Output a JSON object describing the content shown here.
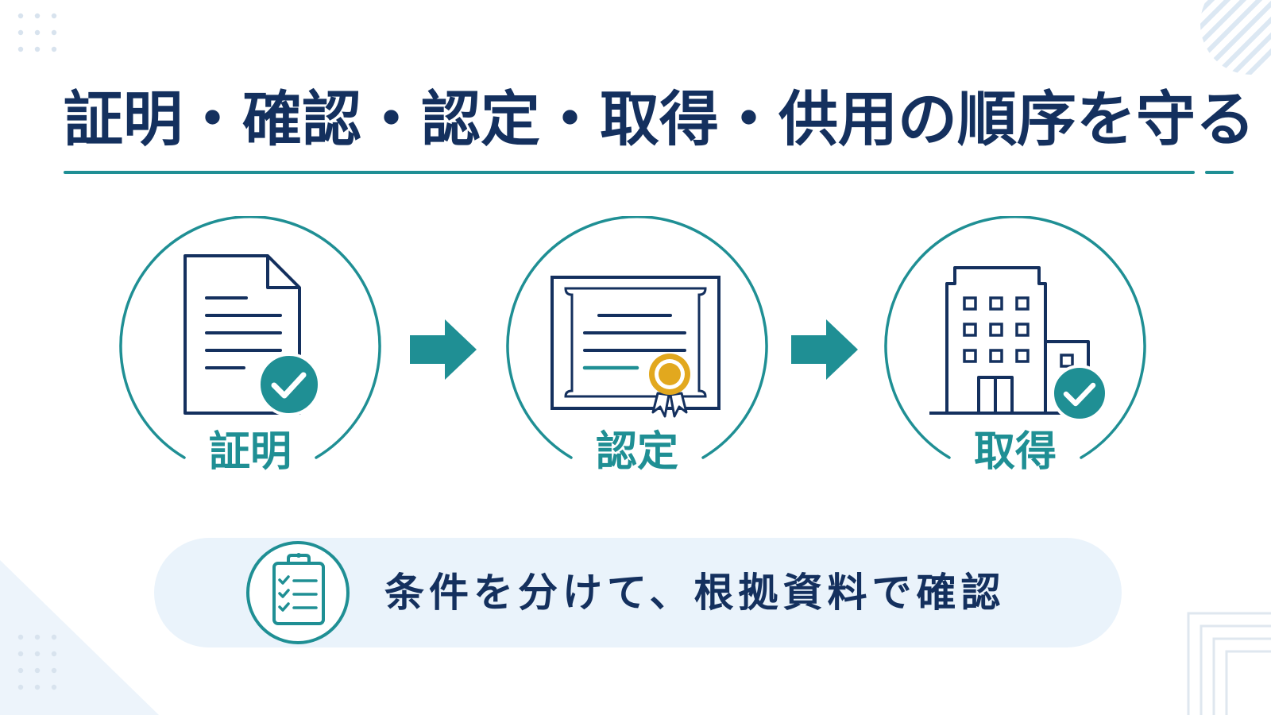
{
  "title": "証明・確認・認定・取得・供用の順序を守る",
  "steps": [
    {
      "label": "証明",
      "icon": "document-check-icon"
    },
    {
      "label": "認定",
      "icon": "certificate-icon"
    },
    {
      "label": "取得",
      "icon": "building-check-icon"
    }
  ],
  "banner": {
    "text": "条件を分けて、根拠資料で確認",
    "icon": "clipboard-checklist-icon"
  },
  "colors": {
    "navy": "#14305e",
    "teal": "#1f8f94",
    "gold": "#e2a81e",
    "banner_bg": "#eaf3fb"
  }
}
